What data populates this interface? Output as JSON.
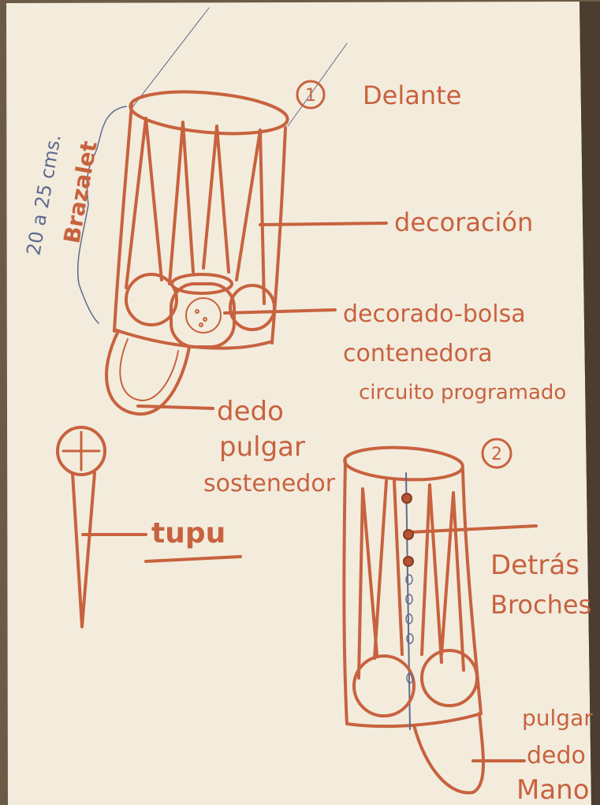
{
  "sketch1": {
    "number": "1",
    "title": "Delante",
    "size_note": "20 a 25 cms.",
    "bracelet": "Brazalet",
    "decoration": "decoración",
    "bag_line1": "decorado-bolsa",
    "bag_line2": "contenedora",
    "bag_line3": "circuito programado",
    "thumb_line1": "dedo",
    "thumb_line2": "pulgar",
    "thumb_line3": "sostenedor"
  },
  "tupu": {
    "label": "tupu"
  },
  "sketch2": {
    "number": "2",
    "back_line1": "Detrás",
    "back_line2": "Broches",
    "hand_line1": "pulgar",
    "hand_line2": "dedo",
    "hand_line3": "Mano"
  },
  "colors": {
    "paper": "#f3ecdd",
    "marker": "#c8623f",
    "pencil": "#5f6a8e"
  }
}
